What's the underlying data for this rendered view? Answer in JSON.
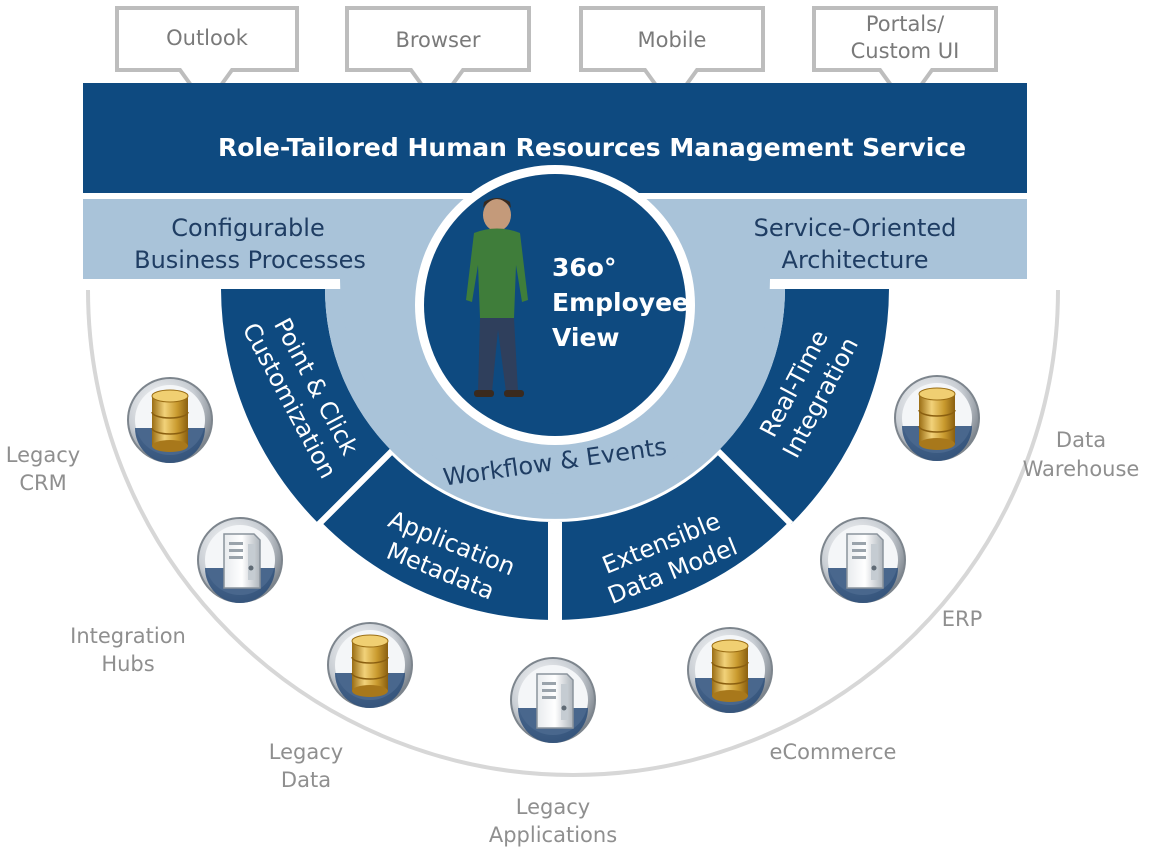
{
  "channels": [
    "Outlook",
    "Browser",
    "Mobile",
    [
      "Portals/",
      "Custom UI"
    ]
  ],
  "title": "Role-Tailored Human Resources Management Service",
  "band": {
    "left": [
      "Configurable",
      "Business Processes"
    ],
    "right": [
      "Service-Oriented",
      "Architecture"
    ]
  },
  "center": [
    "36o°",
    "Employee",
    "View"
  ],
  "workflow": "Workflow & Events",
  "segments": {
    "point_click": [
      "Point & Click",
      "Customization"
    ],
    "app_metadata": [
      "Application",
      "Metadata"
    ],
    "extensible": [
      "Extensible",
      "Data Model"
    ],
    "realtime": [
      "Real-Time",
      "Integration"
    ]
  },
  "systems": {
    "legacy_crm": [
      "Legacy",
      "CRM"
    ],
    "integration_hubs": [
      "Integration",
      "Hubs"
    ],
    "legacy_data": [
      "Legacy",
      "Data"
    ],
    "legacy_applications": [
      "Legacy",
      "Applications"
    ],
    "ecommerce": [
      "eCommerce"
    ],
    "erp": [
      "ERP"
    ],
    "data_warehouse": [
      "Data",
      "Warehouse"
    ]
  },
  "icons": [
    "database-icon",
    "server-icon"
  ],
  "colors": {
    "navy": "#0e4a80",
    "band": "#a9c3d9",
    "ring": "#a9c3d9",
    "arc": "#d7d7d7",
    "gold": "#c99a2e"
  }
}
